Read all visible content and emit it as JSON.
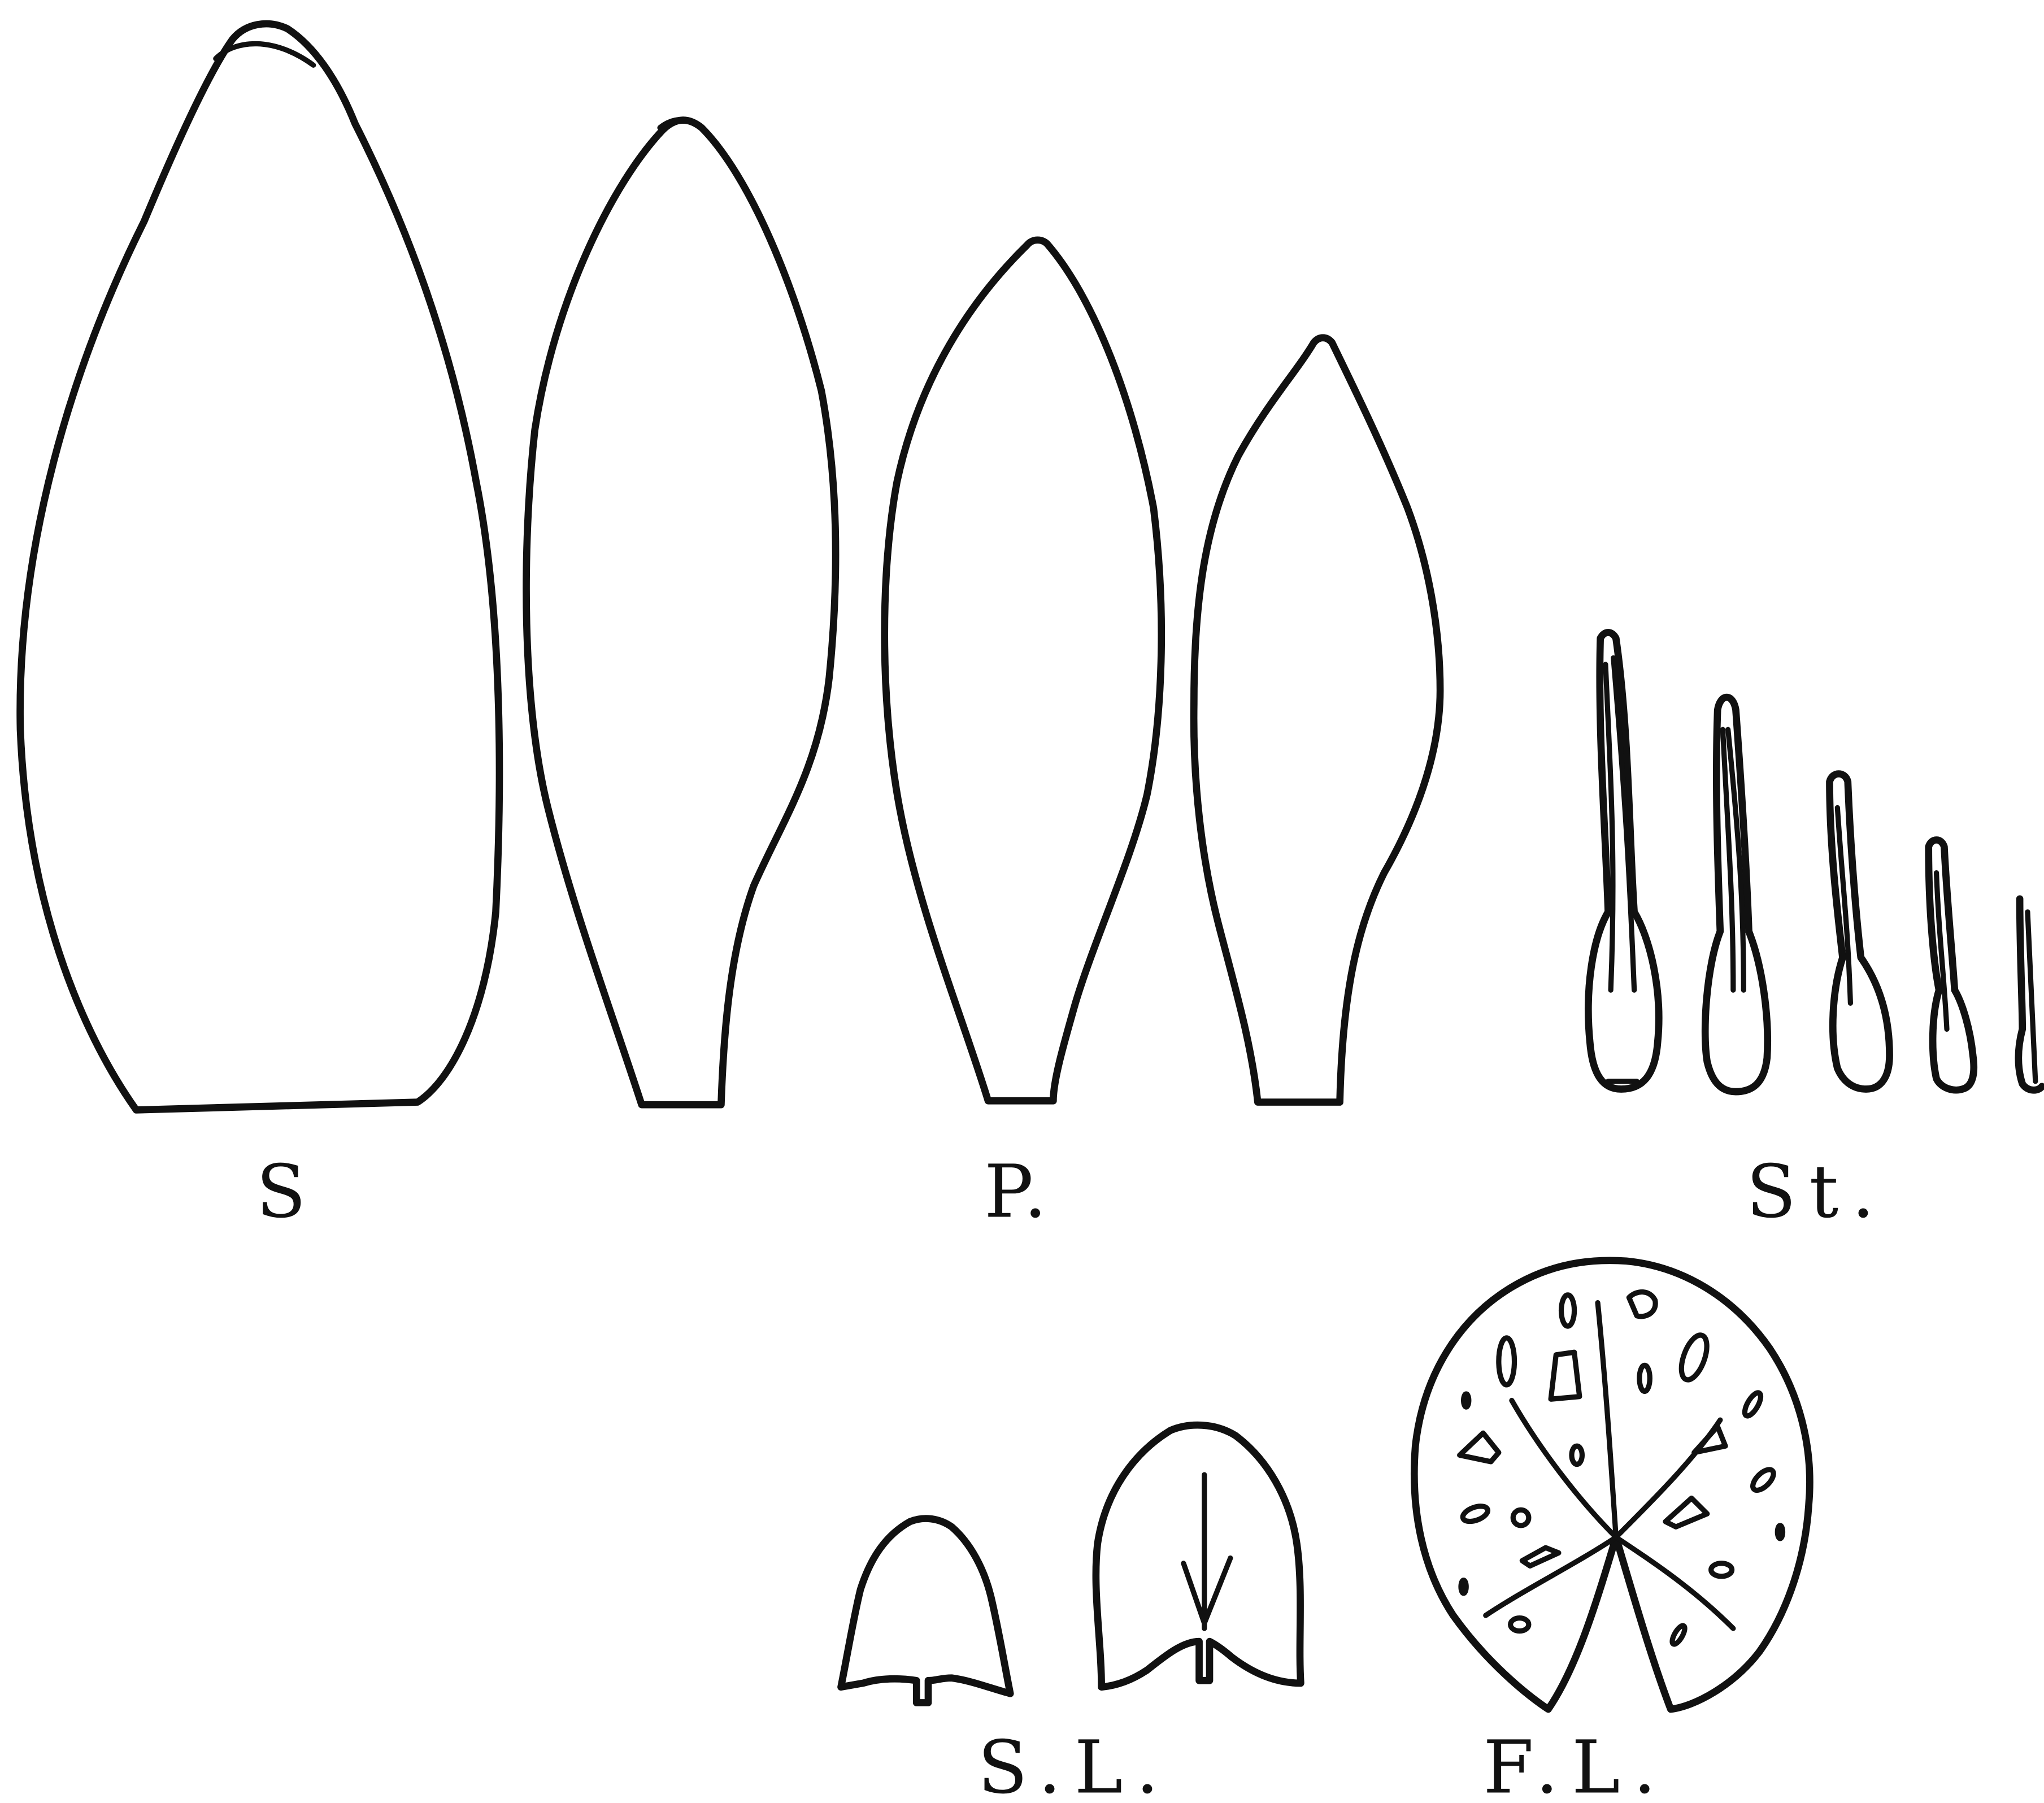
{
  "figure": {
    "labels": {
      "sepals": "S",
      "petals": "P.",
      "stamens": "St.",
      "submerged_leaves": "S.L.",
      "floating_leaf": "F.L."
    },
    "colors": {
      "ink": "#111111",
      "paper": "#ffffff"
    }
  }
}
